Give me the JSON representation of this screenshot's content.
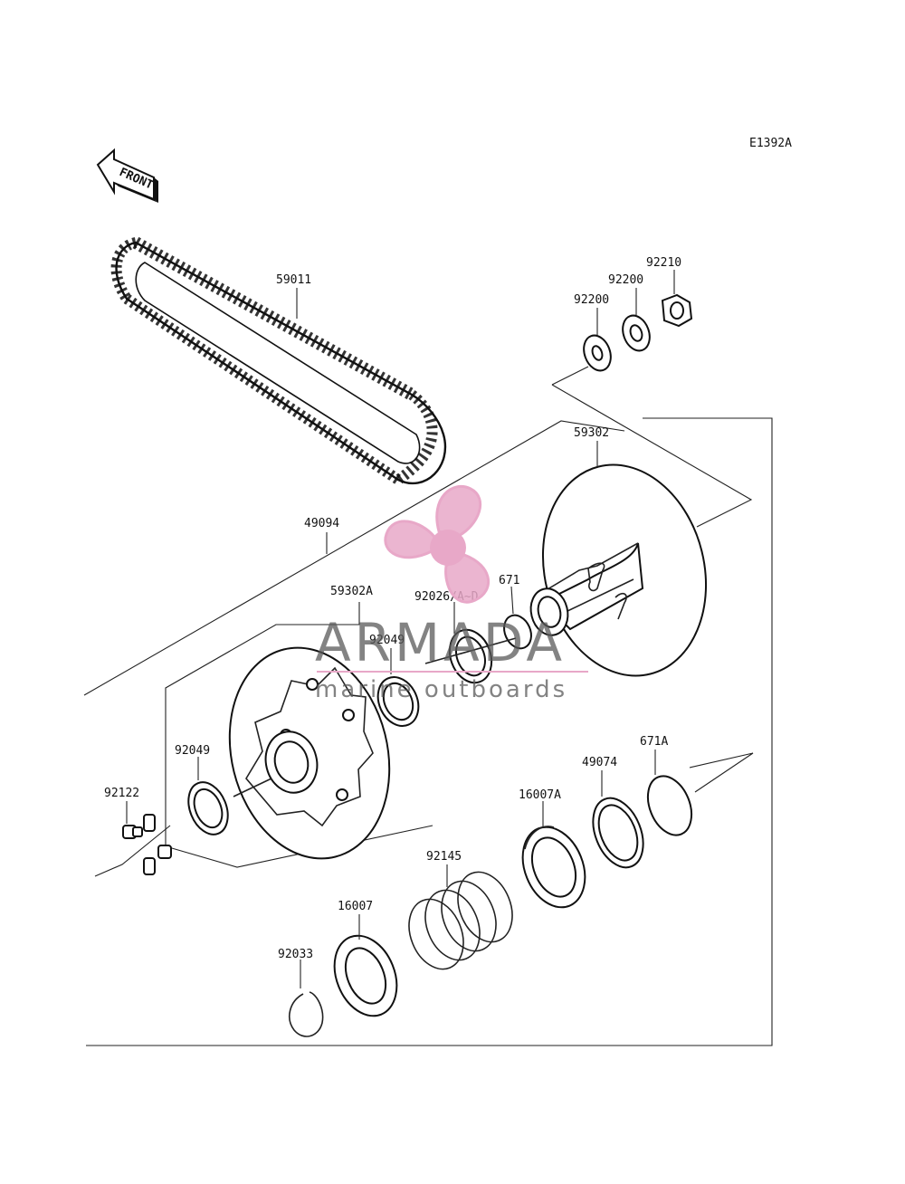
{
  "diagram": {
    "code": "E1392A",
    "front_label": "FRONT",
    "parts": {
      "belt": "59011",
      "washer_a": "92200",
      "washer_b": "92200",
      "nut": "92210",
      "driven_fixed_sheave": "59302",
      "driven_pulley_assy": "49094",
      "movable_sheave": "59302A",
      "shim": "92026/A~D",
      "o_ring": "671",
      "oil_seal_upper": "92049",
      "oil_seal_lower": "92049",
      "grease_nipple": "92122",
      "o_ring_b": "671A",
      "cam": "49074",
      "holder_a": "16007A",
      "spring": "92145",
      "holder": "16007",
      "circlip": "92033"
    }
  },
  "watermark": {
    "brand": "ARMADA",
    "tagline": "marine outboards",
    "accent": "#e8a8c8",
    "gray": "#5a5a5a"
  }
}
